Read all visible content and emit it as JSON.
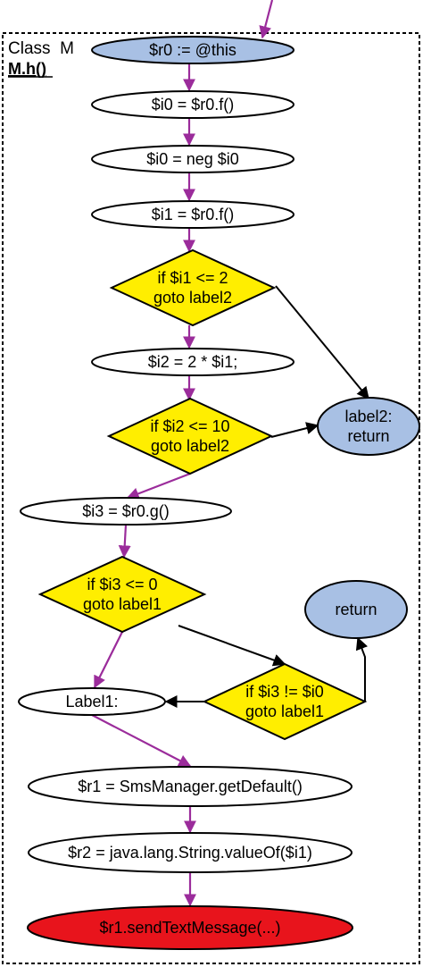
{
  "class_label": "Class  M",
  "method_label": "M.h()",
  "colors": {
    "entry": "#a8c0e4",
    "branch": "#ffee00",
    "exit": "#a8c0e4",
    "sink": "#e8141c",
    "plain": "#ffffff",
    "cfg_edge": "#9b2c9b",
    "branch_edge": "#000000"
  },
  "nodes": [
    {
      "id": "n0",
      "shape": "ellipse",
      "kind": "entry",
      "lines": [
        "$r0 := @this"
      ]
    },
    {
      "id": "n1",
      "shape": "ellipse",
      "kind": "plain",
      "lines": [
        "$i0 = $r0.f()"
      ]
    },
    {
      "id": "n2",
      "shape": "ellipse",
      "kind": "plain",
      "lines": [
        "$i0 = neg $i0"
      ]
    },
    {
      "id": "n3",
      "shape": "ellipse",
      "kind": "plain",
      "lines": [
        "$i1 = $r0.f()"
      ]
    },
    {
      "id": "n4",
      "shape": "diamond",
      "kind": "branch",
      "lines": [
        "if $i1 <= 2",
        "goto label2"
      ]
    },
    {
      "id": "n5",
      "shape": "ellipse",
      "kind": "plain",
      "lines": [
        "$i2 = 2 * $i1;"
      ]
    },
    {
      "id": "n6",
      "shape": "diamond",
      "kind": "branch",
      "lines": [
        "if $i2 <= 10",
        "goto label2"
      ]
    },
    {
      "id": "n7",
      "shape": "ellipse",
      "kind": "exit",
      "lines": [
        "label2:",
        "return"
      ]
    },
    {
      "id": "n8",
      "shape": "ellipse",
      "kind": "plain",
      "lines": [
        "$i3 = $r0.g()"
      ]
    },
    {
      "id": "n9",
      "shape": "diamond",
      "kind": "branch",
      "lines": [
        "if $i3 <= 0",
        "goto label1"
      ]
    },
    {
      "id": "n10",
      "shape": "ellipse",
      "kind": "exit",
      "lines": [
        "return"
      ]
    },
    {
      "id": "n11",
      "shape": "ellipse",
      "kind": "plain",
      "lines": [
        "Label1:"
      ]
    },
    {
      "id": "n12",
      "shape": "diamond",
      "kind": "branch",
      "lines": [
        "if $i3 != $i0",
        "goto label1"
      ]
    },
    {
      "id": "n13",
      "shape": "ellipse",
      "kind": "plain",
      "lines": [
        "$r1 = SmsManager.getDefault()"
      ]
    },
    {
      "id": "n14",
      "shape": "ellipse",
      "kind": "plain",
      "lines": [
        "$r2 = java.lang.String.valueOf($i1)"
      ]
    },
    {
      "id": "n15",
      "shape": "ellipse",
      "kind": "sink",
      "lines": [
        "$r1.sendTextMessage(...)"
      ]
    }
  ],
  "edges": [
    {
      "from": "entry",
      "to": "n0",
      "type": "cfg"
    },
    {
      "from": "n0",
      "to": "n1",
      "type": "cfg"
    },
    {
      "from": "n1",
      "to": "n2",
      "type": "cfg"
    },
    {
      "from": "n2",
      "to": "n3",
      "type": "cfg"
    },
    {
      "from": "n3",
      "to": "n4",
      "type": "cfg"
    },
    {
      "from": "n4",
      "to": "n5",
      "type": "cfg"
    },
    {
      "from": "n4",
      "to": "n7",
      "type": "branch"
    },
    {
      "from": "n5",
      "to": "n6",
      "type": "cfg"
    },
    {
      "from": "n6",
      "to": "n7",
      "type": "branch"
    },
    {
      "from": "n6",
      "to": "n8",
      "type": "cfg"
    },
    {
      "from": "n8",
      "to": "n9",
      "type": "cfg"
    },
    {
      "from": "n9",
      "to": "n11",
      "type": "cfg"
    },
    {
      "from": "n9",
      "to": "n12",
      "type": "branch"
    },
    {
      "from": "n12",
      "to": "n11",
      "type": "branch"
    },
    {
      "from": "n12",
      "to": "n10",
      "type": "branch"
    },
    {
      "from": "n11",
      "to": "n13",
      "type": "cfg"
    },
    {
      "from": "n13",
      "to": "n14",
      "type": "cfg"
    },
    {
      "from": "n14",
      "to": "n15",
      "type": "cfg"
    }
  ]
}
